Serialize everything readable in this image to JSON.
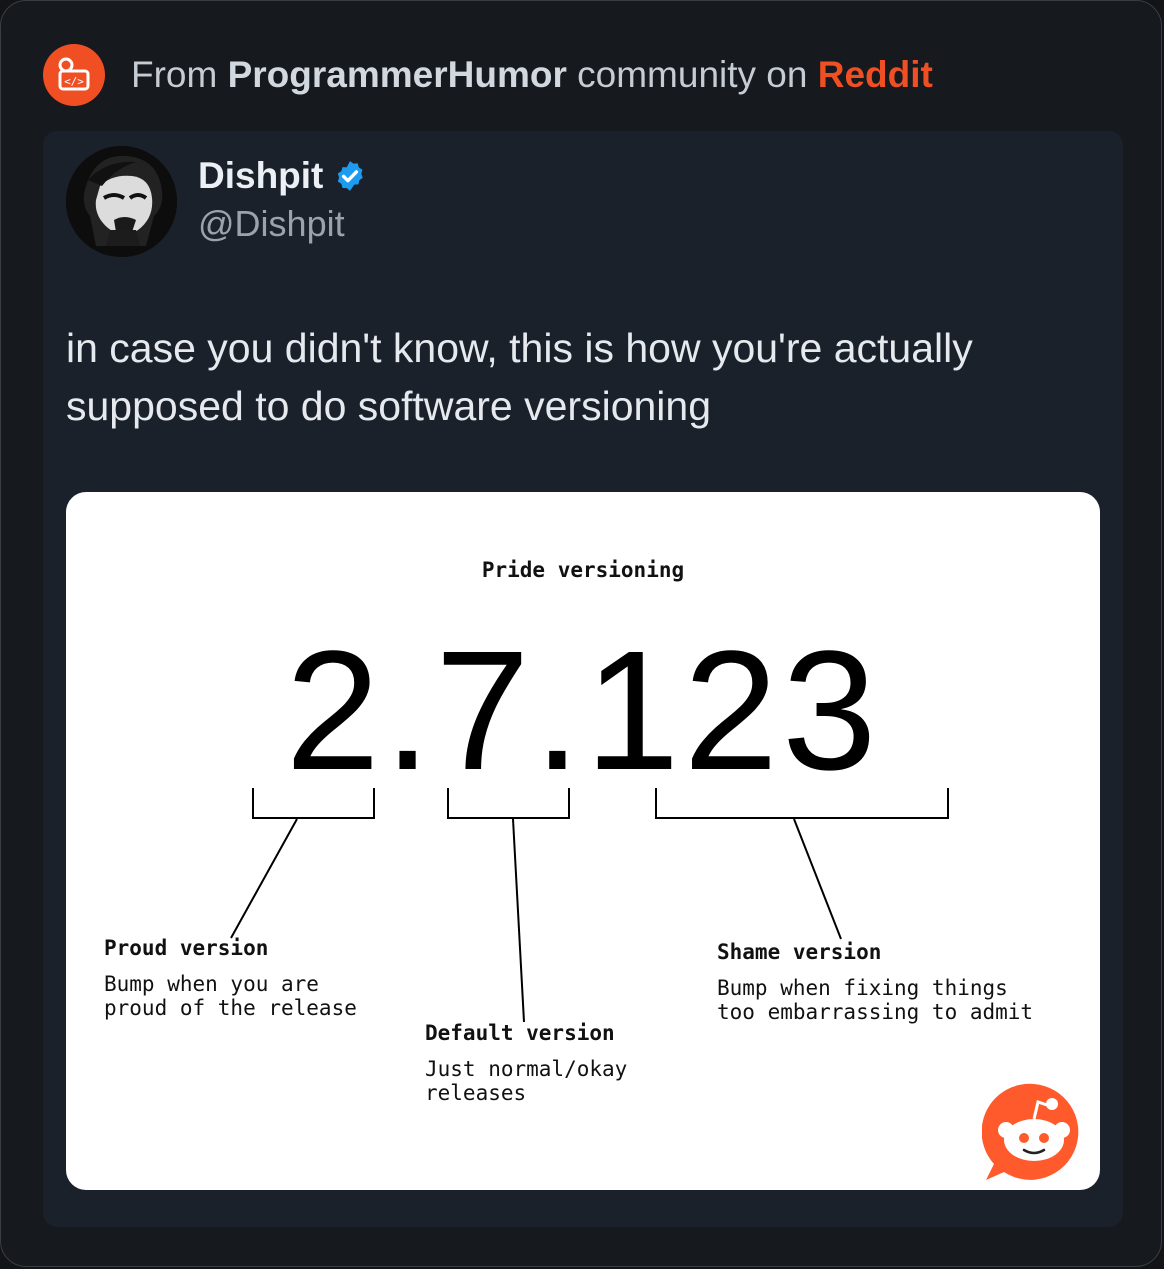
{
  "header": {
    "prefix": "From ",
    "community": "ProgrammerHumor",
    "middle": " community on ",
    "platform": "Reddit",
    "platform_color": "#f04f23",
    "community_icon": "subreddit-code-icon"
  },
  "post": {
    "author_name": "Dishpit",
    "author_handle": "@Dishpit",
    "verified_icon": "verified-badge-icon",
    "text": "in case you didn't know, this is how you're actually supposed to do software versioning"
  },
  "image": {
    "title": "Pride versioning",
    "version": "2.7.123",
    "labels": [
      {
        "title": "Proud version",
        "desc": "Bump when you are\nproud of the release"
      },
      {
        "title": "Default version",
        "desc": "Just normal/okay\nreleases"
      },
      {
        "title": "Shame version",
        "desc": "Bump when fixing things\ntoo embarrassing to admit"
      }
    ],
    "watermark_icon": "reddit-snoo-icon"
  }
}
